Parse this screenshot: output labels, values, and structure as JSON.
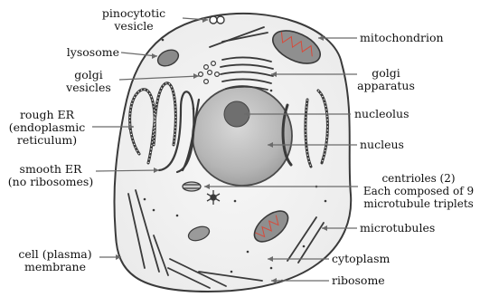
{
  "diagram": {
    "labels": {
      "pinocytotic_vesicle": [
        "pinocytotic",
        "vesicle"
      ],
      "lysosome": "lysosome",
      "golgi_vesicles": [
        "golgi",
        "vesicles"
      ],
      "rough_er": [
        "rough ER",
        "(endoplasmic",
        "reticulum)"
      ],
      "smooth_er": [
        "smooth ER",
        "(no ribosomes)"
      ],
      "cell_membrane": [
        "cell (plasma)",
        "membrane"
      ],
      "mitochondrion": "mitochondrion",
      "golgi_apparatus": [
        "golgi",
        "apparatus"
      ],
      "nucleolus": "nucleolus",
      "nucleus": "nucleus",
      "centrioles": [
        "centrioles (2)",
        "Each composed of 9",
        "microtubule triplets"
      ],
      "microtubules": "microtubules",
      "cytoplasm": "cytoplasm",
      "ribosome": "ribosome"
    },
    "colors": {
      "line": "#3a3a3a",
      "leader": "#6b6b6b",
      "cell_fill": "#f4f4f4",
      "nucleus_fill": "#b9b9b9",
      "nucleolus_fill": "#6f6f6f",
      "mito_fill": "#8f8f8f",
      "mito_crista": "#d84a3a"
    }
  }
}
